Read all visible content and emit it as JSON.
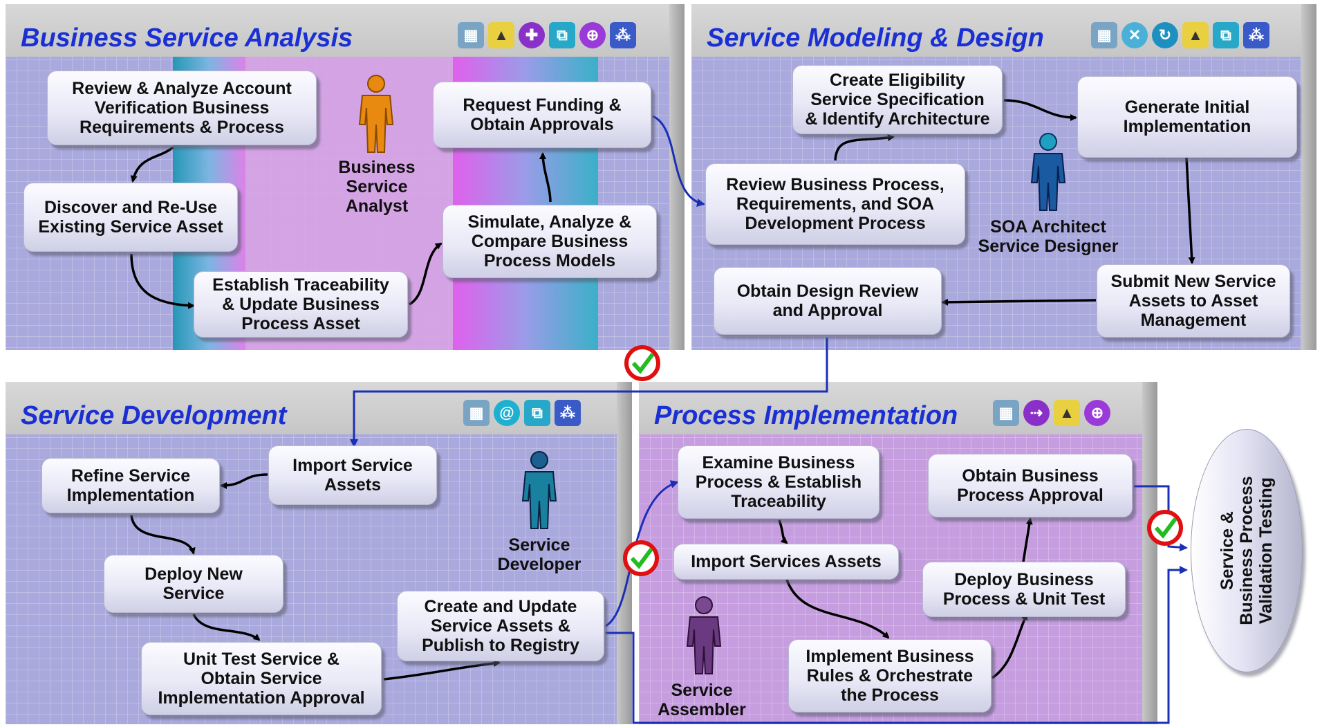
{
  "panels": {
    "analysis": {
      "title": "Business Service Analysis",
      "boxes": {
        "review_analyze": "Review & Analyze Account\nVerification Business\nRequirements & Process",
        "discover": "Discover and Re-Use\nExisting Service Asset",
        "traceability": "Establish Traceability\n& Update Business\nProcess Asset",
        "simulate": "Simulate, Analyze &\nCompare  Business\nProcess Models",
        "funding": "Request Funding &\nObtain Approvals"
      },
      "role": "Business\nService\nAnalyst"
    },
    "modeling": {
      "title": "Service Modeling & Design",
      "boxes": {
        "eligibility": "Create Eligibility\nService Specification\n& Identify Architecture",
        "generate": "Generate Initial\nImplementation",
        "review_process": "Review Business Process,\nRequirements, and SOA\nDevelopment Process",
        "submit": "Submit New Service\nAssets to Asset\nManagement",
        "design_review": "Obtain Design Review\nand Approval"
      },
      "role": "SOA Architect\nService Designer"
    },
    "development": {
      "title": "Service Development",
      "boxes": {
        "refine": "Refine Service\nImplementation",
        "import": "Import  Service\nAssets",
        "deploy": "Deploy New\nService",
        "unit_test": "Unit Test Service &\nObtain Service\nImplementation Approval",
        "create_update": "Create and Update\nService Assets &\nPublish to Registry"
      },
      "role": "Service\nDeveloper"
    },
    "implementation": {
      "title": "Process Implementation",
      "boxes": {
        "examine": "Examine Business\nProcess & Establish\nTraceability",
        "import_services": "Import Services Assets",
        "implement_rules": "Implement Business\nRules & Orchestrate\nthe Process",
        "deploy_bp": "Deploy Business\nProcess & Unit Test",
        "obtain_bp": "Obtain Business\nProcess Approval"
      },
      "role": "Service\nAssembler"
    }
  },
  "validation": "Service &\nBusiness Process\nValidation Testing",
  "colors": {
    "title": "#1a2fd4",
    "panel": "#a9a9dd",
    "connector": "#1a2fb4",
    "check_ring": "#e01010",
    "check_mark": "#22bb22"
  },
  "icons": {
    "analysis": [
      "model-icon",
      "metrics-icon",
      "compass-icon",
      "asset-icon",
      "globe-icon",
      "network-icon"
    ],
    "modeling": [
      "model-icon",
      "design-icon",
      "cycle-icon",
      "metrics-icon",
      "asset-icon",
      "network-icon"
    ],
    "development": [
      "model-icon",
      "swirl-icon",
      "asset-icon",
      "network-icon"
    ],
    "implementation": [
      "model-icon",
      "process-icon",
      "metrics-icon",
      "globe-icon"
    ]
  }
}
